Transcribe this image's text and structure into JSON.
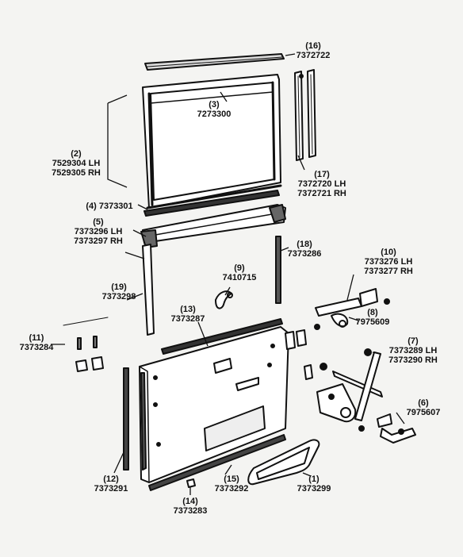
{
  "diagram": {
    "callouts": [
      {
        "id": "c16",
        "lines": [
          "(16)",
          "7372722"
        ]
      },
      {
        "id": "c3",
        "lines": [
          "(3)",
          "7273300"
        ]
      },
      {
        "id": "c2",
        "lines": [
          "(2)",
          "7529304 LH",
          "7529305 RH"
        ]
      },
      {
        "id": "c17",
        "lines": [
          "(17)",
          "7372720 LH",
          "7372721 RH"
        ]
      },
      {
        "id": "c4",
        "lines": [
          "(4) 7373301"
        ]
      },
      {
        "id": "c5",
        "lines": [
          "(5)",
          "7373296 LH",
          "7373297 RH"
        ]
      },
      {
        "id": "c18",
        "lines": [
          "(18)",
          "7373286"
        ]
      },
      {
        "id": "c9",
        "lines": [
          "(9)",
          "7410715"
        ]
      },
      {
        "id": "c10",
        "lines": [
          "(10)",
          "7373276 LH",
          "7373277 RH"
        ]
      },
      {
        "id": "c19",
        "lines": [
          "(19)",
          "7373298"
        ]
      },
      {
        "id": "c13",
        "lines": [
          "(13)",
          "7373287"
        ]
      },
      {
        "id": "c8",
        "lines": [
          "(8)",
          "7975609"
        ]
      },
      {
        "id": "c11",
        "lines": [
          "(11)",
          "7373284"
        ]
      },
      {
        "id": "c7",
        "lines": [
          "(7)",
          "7373289 LH",
          "7373290 RH"
        ]
      },
      {
        "id": "c6",
        "lines": [
          "(6)",
          "7975607"
        ]
      },
      {
        "id": "c12",
        "lines": [
          "(12)",
          "7373291"
        ]
      },
      {
        "id": "c15",
        "lines": [
          "(15)",
          "7373292"
        ]
      },
      {
        "id": "c1",
        "lines": [
          "(1)",
          "7373299"
        ]
      },
      {
        "id": "c14",
        "lines": [
          "(14)",
          "7373283"
        ]
      }
    ]
  }
}
